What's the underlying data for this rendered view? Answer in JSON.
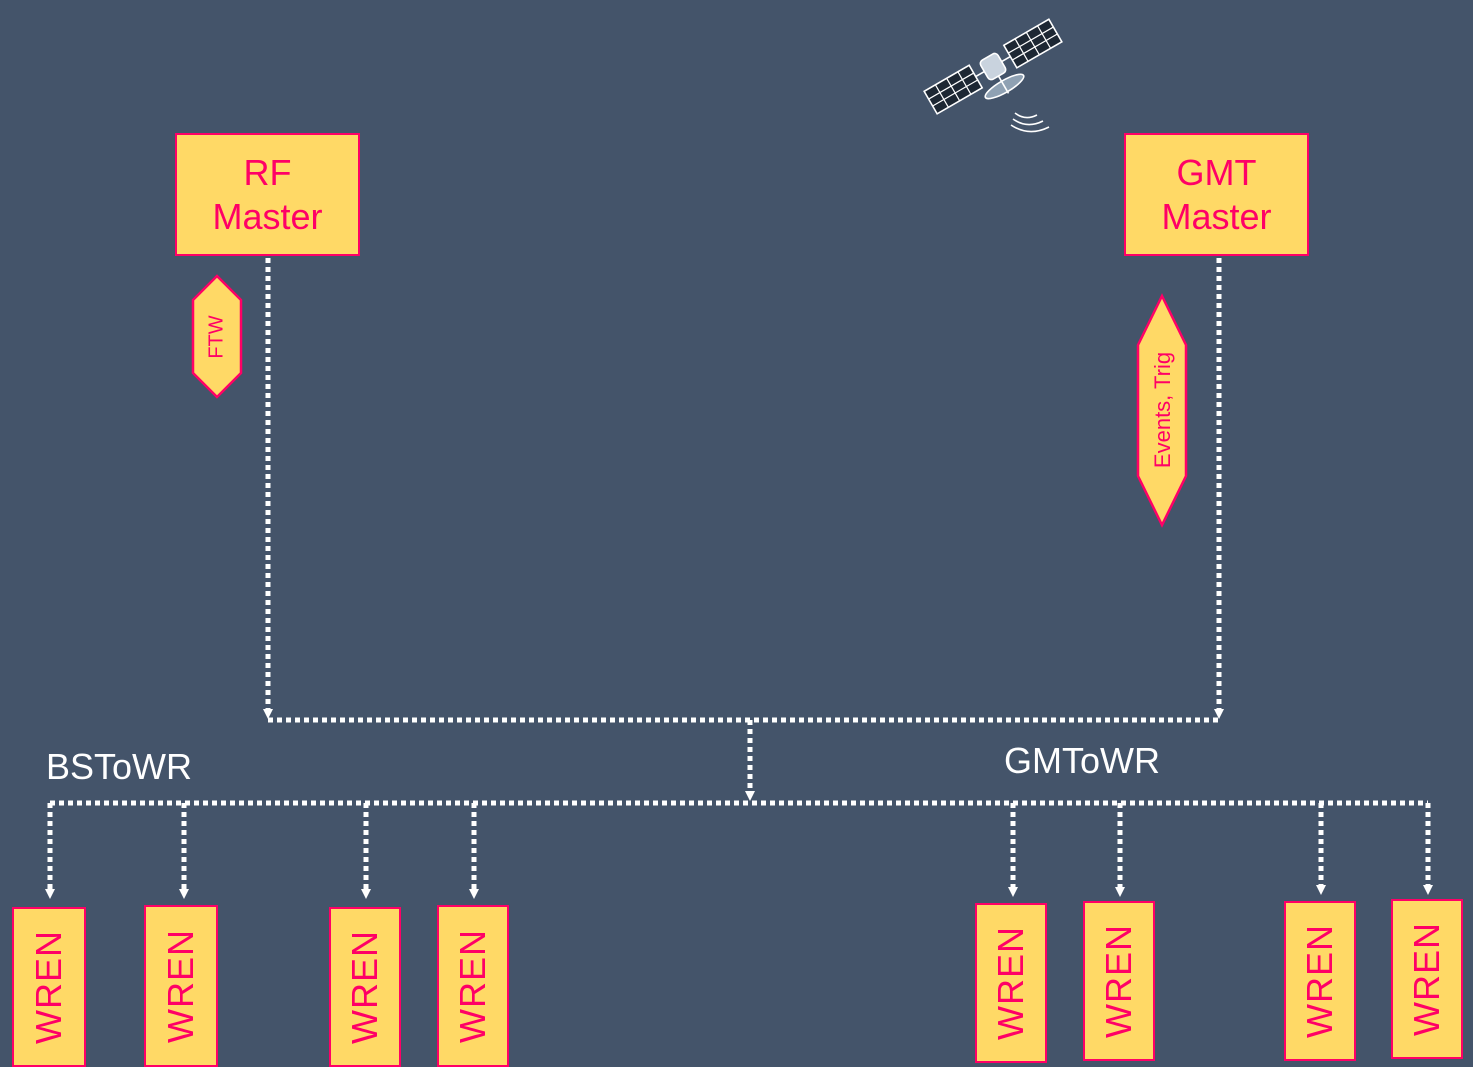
{
  "masters": {
    "rf": {
      "line1": "RF",
      "line2": "Master"
    },
    "gmt": {
      "line1": "GMT",
      "line2": "Master"
    }
  },
  "signals": {
    "rf": "FTW",
    "gmt": "Events, Trig"
  },
  "networks": {
    "bstowr": "BSToWR",
    "gmtowr": "GMToWR"
  },
  "nodes": [
    "WREN",
    "WREN",
    "WREN",
    "WREN",
    "WREN",
    "WREN",
    "WREN",
    "WREN"
  ],
  "colors": {
    "background": "#44546a",
    "box_fill": "#ffd966",
    "box_border": "#ff0066",
    "text": "#ff0066",
    "connector": "#ffffff"
  },
  "icons": {
    "satellite": "satellite-icon"
  }
}
